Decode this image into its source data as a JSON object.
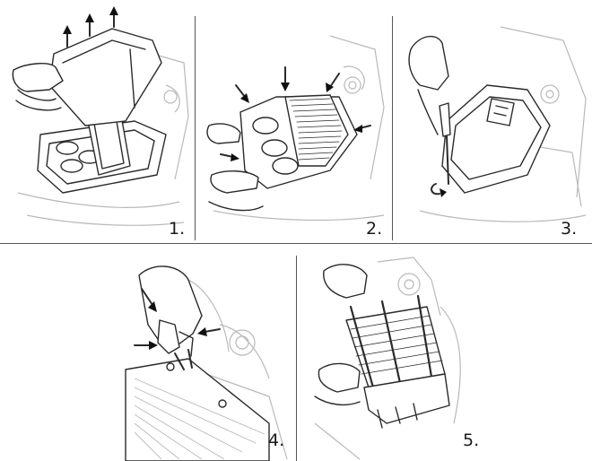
{
  "figure": {
    "steps": [
      {
        "id": 1,
        "label": "1.",
        "icon": "air-box-lid-lift-icon"
      },
      {
        "id": 2,
        "label": "2.",
        "icon": "air-filter-press-icon"
      },
      {
        "id": 3,
        "label": "3.",
        "icon": "screwdriver-unscrew-icon"
      },
      {
        "id": 4,
        "label": "4.",
        "icon": "clip-pinch-icon"
      },
      {
        "id": 5,
        "label": "5.",
        "icon": "filter-strap-install-icon"
      }
    ],
    "colors": {
      "ink": "#2a2a2a",
      "background_line": "#b9b9b9",
      "divider": "#555555"
    }
  }
}
